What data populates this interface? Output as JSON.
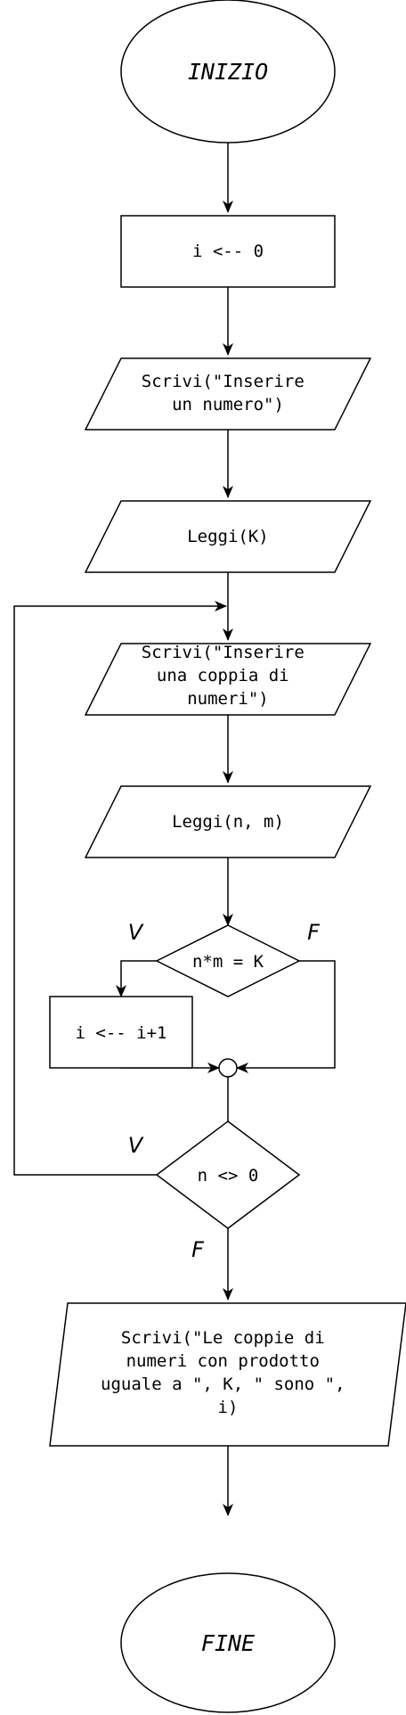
{
  "nodes": {
    "start": {
      "label": "INIZIO"
    },
    "init_i": {
      "label": "i <-- 0"
    },
    "prompt_number": {
      "lines": [
        "Scrivi(\"Inserire",
        "un numero\")"
      ]
    },
    "read_k": {
      "label": "Leggi(K)"
    },
    "prompt_pair": {
      "lines": [
        "Scrivi(\"Inserire",
        "una coppia di",
        "numeri\")"
      ]
    },
    "read_nm": {
      "label": "Leggi(n, m)"
    },
    "decision_product": {
      "label": "n*m = K",
      "true_label": "V",
      "false_label": "F"
    },
    "increment_i": {
      "label": "i <-- i+1"
    },
    "decision_loop": {
      "label": "n <> 0",
      "true_label": "V",
      "false_label": "F"
    },
    "output_result": {
      "lines": [
        "Scrivi(\"Le coppie di",
        "numeri con prodotto",
        "uguale a \", K, \" sono \",",
        "i)"
      ]
    },
    "end": {
      "label": "FINE"
    }
  }
}
